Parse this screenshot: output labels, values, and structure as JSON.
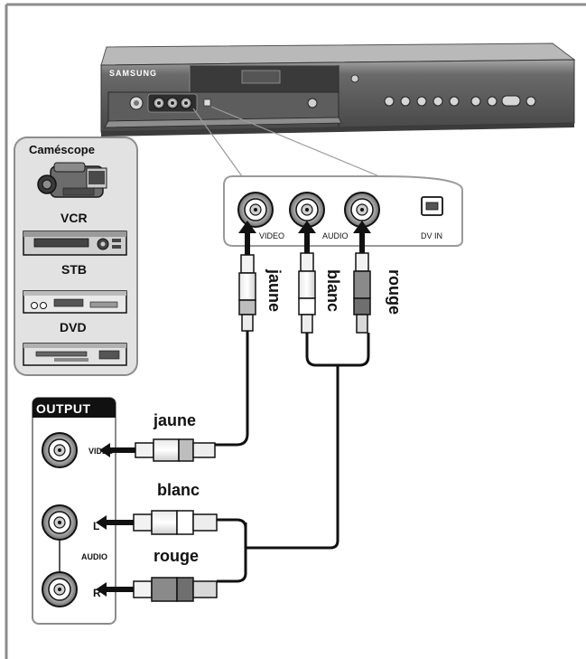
{
  "brand": "SAMSUNG",
  "device_panel": {
    "video_label": "VIDEO",
    "audio_label": "AUDIO",
    "dv_label": "DV IN"
  },
  "sources": {
    "camcorder": "Caméscope",
    "vcr": "VCR",
    "stb": "STB",
    "dvd": "DVD"
  },
  "output_panel": {
    "title": "OUTPUT",
    "video_label": "VIDEO",
    "audio_label": "AUDIO",
    "left_mark": "L",
    "right_mark": "R"
  },
  "cables": {
    "yellow": "jaune",
    "white": "blanc",
    "red": "rouge"
  },
  "colors": {
    "frame": "#8c8c8c",
    "source_panel_bg": "#e2e2e2",
    "device_body": "#5a5a5a",
    "plug_white": "#f4f4f4",
    "plug_grey": "#b8b8b8",
    "plug_dark": "#7a7a7a"
  }
}
